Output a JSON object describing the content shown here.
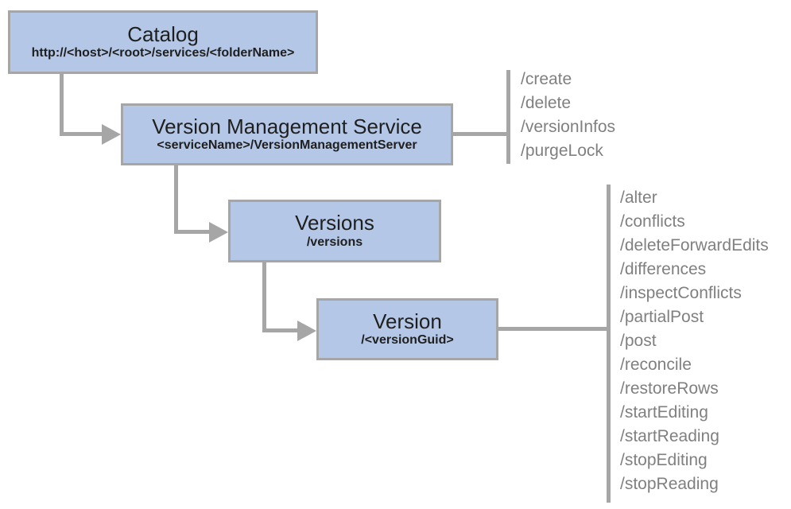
{
  "diagram": {
    "nodes": [
      {
        "id": "catalog",
        "title": "Catalog",
        "subtitle": "http://<host>/<root>/services/<folderName>"
      },
      {
        "id": "version-management-service",
        "title": "Version Management Service",
        "subtitle": "<serviceName>/VersionManagementServer"
      },
      {
        "id": "versions",
        "title": "Versions",
        "subtitle": "/versions"
      },
      {
        "id": "version",
        "title": "Version",
        "subtitle": "/<versionGuid>"
      }
    ],
    "vms_operations": [
      "/create",
      "/delete",
      "/versionInfos",
      "/purgeLock"
    ],
    "version_operations": [
      "/alter",
      "/conflicts",
      "/deleteForwardEdits",
      "/differences",
      "/inspectConflicts",
      "/partialPost",
      "/post",
      "/reconcile",
      "/restoreRows",
      "/startEditing",
      "/startReading",
      "/stopEditing",
      "/stopReading"
    ],
    "colors": {
      "box_fill": "#b4c7e6",
      "box_border": "#a6a6a6",
      "connector": "#a6a6a6",
      "ops_text": "#808080",
      "title_text": "#1f1f1f"
    }
  }
}
